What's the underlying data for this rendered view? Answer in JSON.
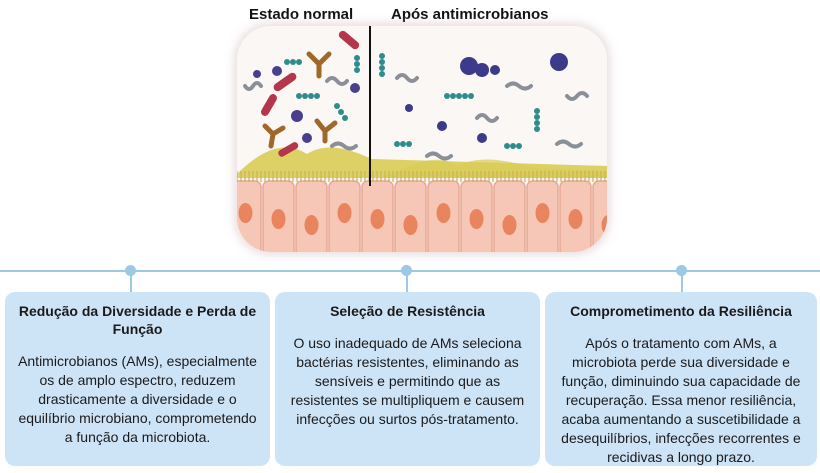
{
  "header": {
    "left_label": "Estado normal",
    "right_label": "Após antimicrobianos"
  },
  "cards": [
    {
      "title": "Redução da Diversidade e Perda de Função",
      "body": "Antimicrobianos (AMs), especialmente os de amplo espectro, reduzem drasticamente a diversidade e o equilíbrio microbiano, comprometendo a função da microbiota."
    },
    {
      "title": "Seleção de Resistência",
      "body": "O uso inadequado de AMs seleciona bactérias resistentes, eliminando as sensíveis e permitindo que as resistentes se multipliquem e causem infecções ou surtos pós-tratamento."
    },
    {
      "title": "Comprometimento da Resiliência",
      "body": "Após o tratamento com AMs, a microbiota perde sua diversidade e função, diminuindo sua capacidade de recuperação. Essa menor resiliência, acaba aumentando a suscetibilidade a desequilíbrios, infecções recorrentes e recidivas a longo prazo."
    }
  ],
  "colors": {
    "timeline": "#9cc9e6",
    "card_background": "#cde4f7",
    "cell_fill": "#f6c7b6",
    "nucleus": "#e8845e",
    "mucus": "#d9cc55"
  }
}
